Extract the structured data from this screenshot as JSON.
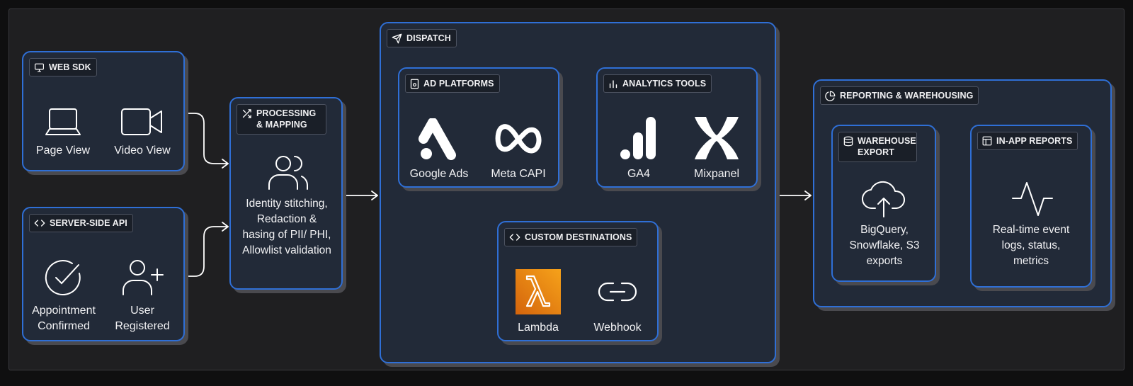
{
  "web_sdk": {
    "label": "WEB SDK",
    "items": [
      {
        "label": "Page View",
        "icon": "laptop-icon"
      },
      {
        "label": "Video View",
        "icon": "video-icon"
      }
    ]
  },
  "server_api": {
    "label": "SERVER-SIDE API",
    "items": [
      {
        "label": "Appointment Confirmed",
        "icon": "check-circle-icon"
      },
      {
        "label": "User Registered",
        "icon": "user-plus-icon"
      }
    ]
  },
  "processing": {
    "label": "PROCESSING & MAPPING",
    "description": "Identity stitching, Redaction & hasing of PII/ PHI, Allowlist validation",
    "icon": "users-icon"
  },
  "dispatch": {
    "label": "DISPATCH",
    "ad_platforms": {
      "label": "AD PLATFORMS",
      "items": [
        {
          "label": "Google Ads",
          "icon": "google-ads-icon"
        },
        {
          "label": "Meta CAPI",
          "icon": "meta-icon"
        }
      ]
    },
    "analytics_tools": {
      "label": "ANALYTICS TOOLS",
      "items": [
        {
          "label": "GA4",
          "icon": "ga4-icon"
        },
        {
          "label": "Mixpanel",
          "icon": "mixpanel-icon"
        }
      ]
    },
    "custom_destinations": {
      "label": "CUSTOM DESTINATIONS",
      "items": [
        {
          "label": "Lambda",
          "icon": "lambda-icon"
        },
        {
          "label": "Webhook",
          "icon": "link-icon"
        }
      ]
    }
  },
  "reporting": {
    "label": "REPORTING & WAREHOUSING",
    "warehouse_export": {
      "label": "WAREHOUSE EXPORT",
      "description": "BigQuery, Snowflake, S3 exports",
      "icon": "cloud-upload-icon"
    },
    "in_app_reports": {
      "label": "IN-APP REPORTS",
      "description": "Real-time event logs, status, metrics",
      "icon": "activity-icon"
    }
  },
  "colors": {
    "border_accent": "#2f6fd6",
    "box_fill": "#222a38",
    "canvas": "#1f1f21",
    "lambda_orange": "#f08a12"
  }
}
